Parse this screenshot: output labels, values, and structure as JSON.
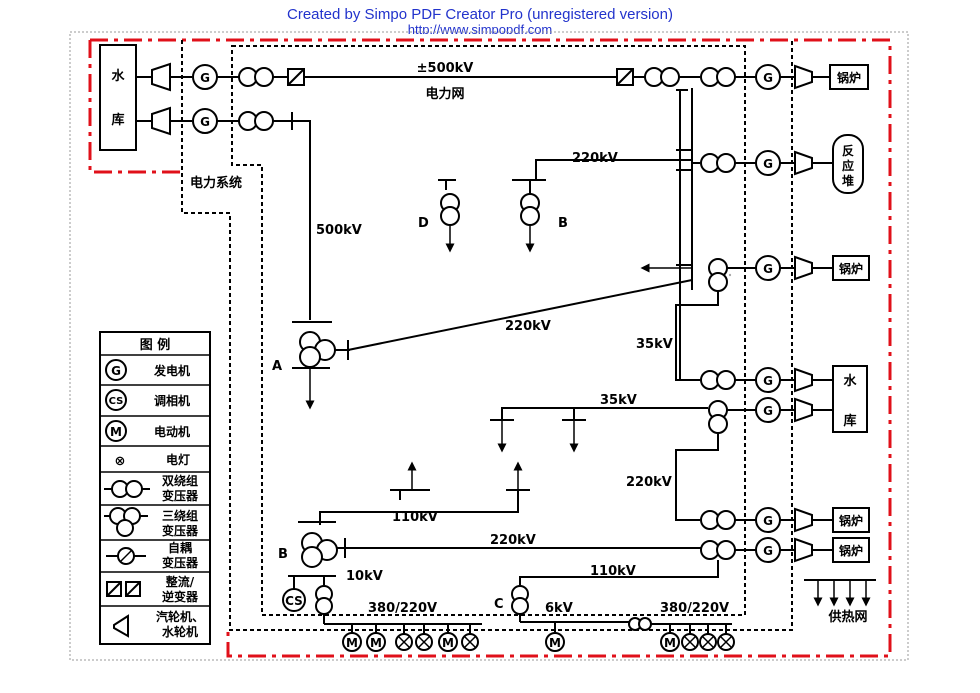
{
  "watermark": {
    "line1": "Created by Simpo PDF Creator Pro (unregistered version)",
    "line2": "http://www.simpopdf.com"
  },
  "diagram": {
    "voltages": {
      "dc_500": "±500kV",
      "kv220_top": "220kV",
      "kv500": "500kV",
      "kv220_diag": "220kV",
      "kv35_a": "35kV",
      "kv35_b": "35kV",
      "kv220_right": "220kV",
      "kv110_mid": "110kV",
      "kv220_bottom": "220kV",
      "kv10": "10kV",
      "kv110_low": "110kV",
      "kv380_left": "380/220V",
      "kv6": "6kV",
      "kv380_right": "380/220V"
    },
    "regions": {
      "power_grid": "电力网",
      "power_system": "电力系统"
    },
    "nodes": {
      "a": "A",
      "b_top": "B",
      "b_low": "B",
      "c": "C",
      "d": "D"
    },
    "boxes": {
      "reservoir_left_1": "水",
      "reservoir_left_2": "库",
      "boiler_1": "锅炉",
      "reactor": [
        "反",
        "应",
        "堆"
      ],
      "boiler_2": "锅炉",
      "reservoir_right_1": "水",
      "reservoir_right_2": "库",
      "boiler_3": "锅炉",
      "boiler_4": "锅炉"
    },
    "heat_network": "供热网",
    "symbol_letters": {
      "generator": "G",
      "motor": "M",
      "condenser": "CS"
    }
  },
  "legend": {
    "title": "图  例",
    "items": [
      {
        "symbol": "G",
        "label": "发电机"
      },
      {
        "symbol": "CS",
        "label": "调相机"
      },
      {
        "symbol": "M",
        "label": "电动机"
      },
      {
        "symbol": "⊗",
        "label": "电灯"
      },
      {
        "symbol": "2w",
        "label": [
          "双绕组",
          "变压器"
        ]
      },
      {
        "symbol": "3w",
        "label": [
          "三绕组",
          "变压器"
        ]
      },
      {
        "symbol": "auto",
        "label": [
          "自耦",
          "变压器"
        ]
      },
      {
        "symbol": "conv",
        "label": [
          "整流/",
          "逆变器"
        ]
      },
      {
        "symbol": "turb",
        "label": [
          "汽轮机、",
          "水轮机"
        ]
      }
    ]
  }
}
